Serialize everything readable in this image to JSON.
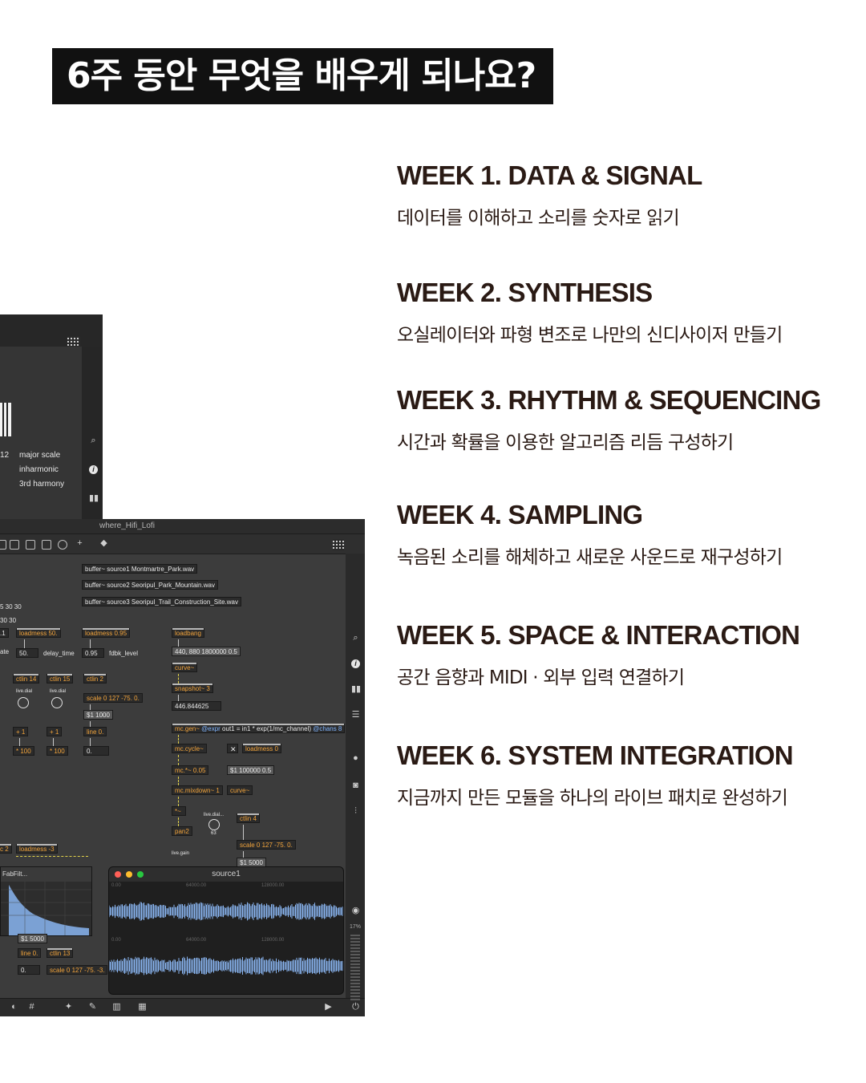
{
  "headline": "6주 동안 무엇을 배우게 되나요?",
  "weeks": [
    {
      "title": "WEEK 1. DATA & SIGNAL",
      "desc": "데이터를 이해하고 소리를 숫자로 읽기"
    },
    {
      "title": "WEEK 2. SYNTHESIS",
      "desc": "오실레이터와 파형 변조로 나만의 신디사이저 만들기"
    },
    {
      "title": "WEEK 3. RHYTHM & SEQUENCING",
      "desc": "시간과 확률을 이용한 알고리즘 리듬 구성하기"
    },
    {
      "title": "WEEK 4. SAMPLING",
      "desc": "녹음된 소리를 해체하고 새로운 사운드로 재구성하기"
    },
    {
      "title": "WEEK 5. SPACE & INTERACTION",
      "desc": "공간 음향과 MIDI · 외부 입력 연결하기"
    },
    {
      "title": "WEEK 6. SYSTEM INTEGRATION",
      "desc": "지금까지 만든 모듈을 하나의 라이브 패치로 완성하기"
    }
  ],
  "patch1": {
    "num": "12",
    "labels": [
      "major scale",
      "inharmonic",
      "3rd harmony"
    ]
  },
  "patch2": {
    "window_title": "where_Hifi_Lofi",
    "buffers": [
      "buffer~ source1 Montmartre_Park.wav",
      "buffer~ source2 Seoripul_Park_Mountain.wav",
      "buffer~ source3 Seoripul_Trail_Construction_Site.wav"
    ],
    "nums_left": [
      "5 30 30",
      "30 30",
      ".1",
      "ate"
    ],
    "objects": {
      "loadmess50": "loadmess 50.",
      "num50": "50.",
      "delay_time": "delay_time",
      "loadmess095": "loadmess 0.95",
      "num095": "0.95",
      "fdbk_level": "fdbk_level",
      "loadbang": "loadbang",
      "msg440": "440, 880 1800000 0.5",
      "curve": "curve~",
      "snapshot": "snapshot~ 3",
      "num446": "446.844625",
      "ctlin14": "ctlin 14",
      "ctlin15": "ctlin 15",
      "ctlin2": "ctlin 2",
      "livedial": "live.dial",
      "scale1": "scale 0 127 -75. 0.",
      "msg1000": "$1 1000",
      "line0": "line 0.",
      "num0": "0.",
      "plus1": "+ 1",
      "times100": "* 100",
      "mcgen_pre": "mc.gen~ ",
      "mcgen_expr": "@expr",
      "mcgen_mid": " out1 = in1 * exp(1/mc_channel) ",
      "mcgen_chans": "@chans 8",
      "mccycle": "mc.cycle~",
      "loadmess0": "loadmess 0",
      "mctimes": "mc.*~ 0.05",
      "msg100000": "$1 100000 0.5",
      "mcmixdown": "mc.mixdown~ 1",
      "curve2": "curve~",
      "star": "*~",
      "livedial2": "live.dial...",
      "dial63": "63",
      "pan2": "pan2",
      "ctlin4": "ctlin 4",
      "scale2": "scale 0 127 -75. 0.",
      "msg5000": "$1 5000",
      "livegain": "live.gain",
      "c2": "c 2",
      "loadmessm3": "loadmess -3",
      "fabfilt": "FabFilt...",
      "msg5000b": "$1 5000",
      "line0b": "line 0.",
      "ctlin13": "ctlin 13",
      "num0b": "0.",
      "scale3": "scale 0 127 -75. -3."
    },
    "meter_label": "17%",
    "source_title": "source1",
    "source_ticks": [
      "0.00",
      "64000.00",
      "128000.00"
    ]
  },
  "colors": {
    "headline_bg": "#111111",
    "title_text": "#2a1a14",
    "patch_bg": "#3c3c3c",
    "accent_orange": "#f3a43b",
    "waveform": "#8ab6f2"
  },
  "icons": [
    "grid-icon",
    "search-icon",
    "info-icon",
    "book-icon",
    "list-icon",
    "chat-icon",
    "camera-icon",
    "mixer-icon",
    "play-icon",
    "power-icon"
  ]
}
